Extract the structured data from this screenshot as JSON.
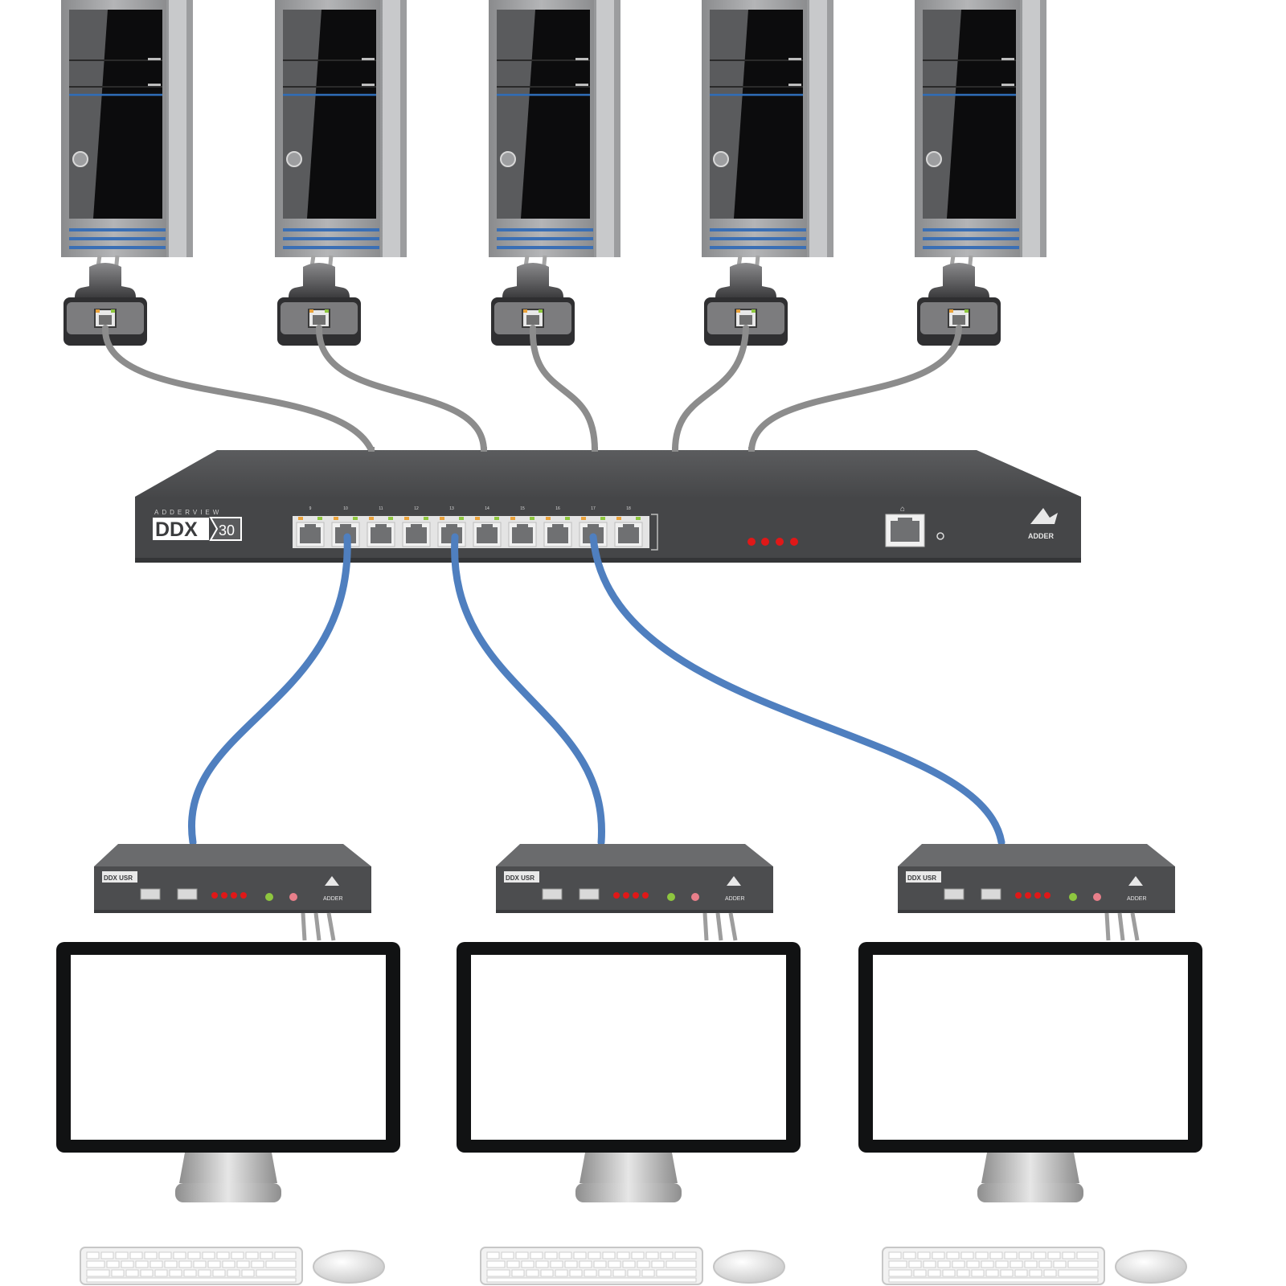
{
  "switch": {
    "brand": "ADDERVIEW",
    "model_prefix": "DDX",
    "model_number": "30",
    "port_numbers": [
      "9",
      "10",
      "11",
      "12",
      "13",
      "14",
      "15",
      "16",
      "17",
      "18"
    ],
    "port_group_label": "",
    "led_labels": "",
    "logo_text": "ADDER",
    "url_text": ""
  },
  "user_station": {
    "badge_text": "DDX USR",
    "logo_text": "ADDER",
    "led_labels": ""
  },
  "colors": {
    "cable_gray": "#8c8c8c",
    "cable_blue": "#4f7fbf",
    "chassis": "#4a4b4d",
    "led_red": "#e01818",
    "led_green": "#8ec63f",
    "tower_blue": "#3a6fb5"
  },
  "icons": {
    "computer": "tower-computer-icon",
    "dongle": "cam-dongle-icon",
    "switch": "ddx30-matrix-switch",
    "station": "ddx-usr-user-station",
    "monitor": "monitor-icon",
    "keyboard": "keyboard-icon",
    "mouse": "mouse-icon"
  }
}
